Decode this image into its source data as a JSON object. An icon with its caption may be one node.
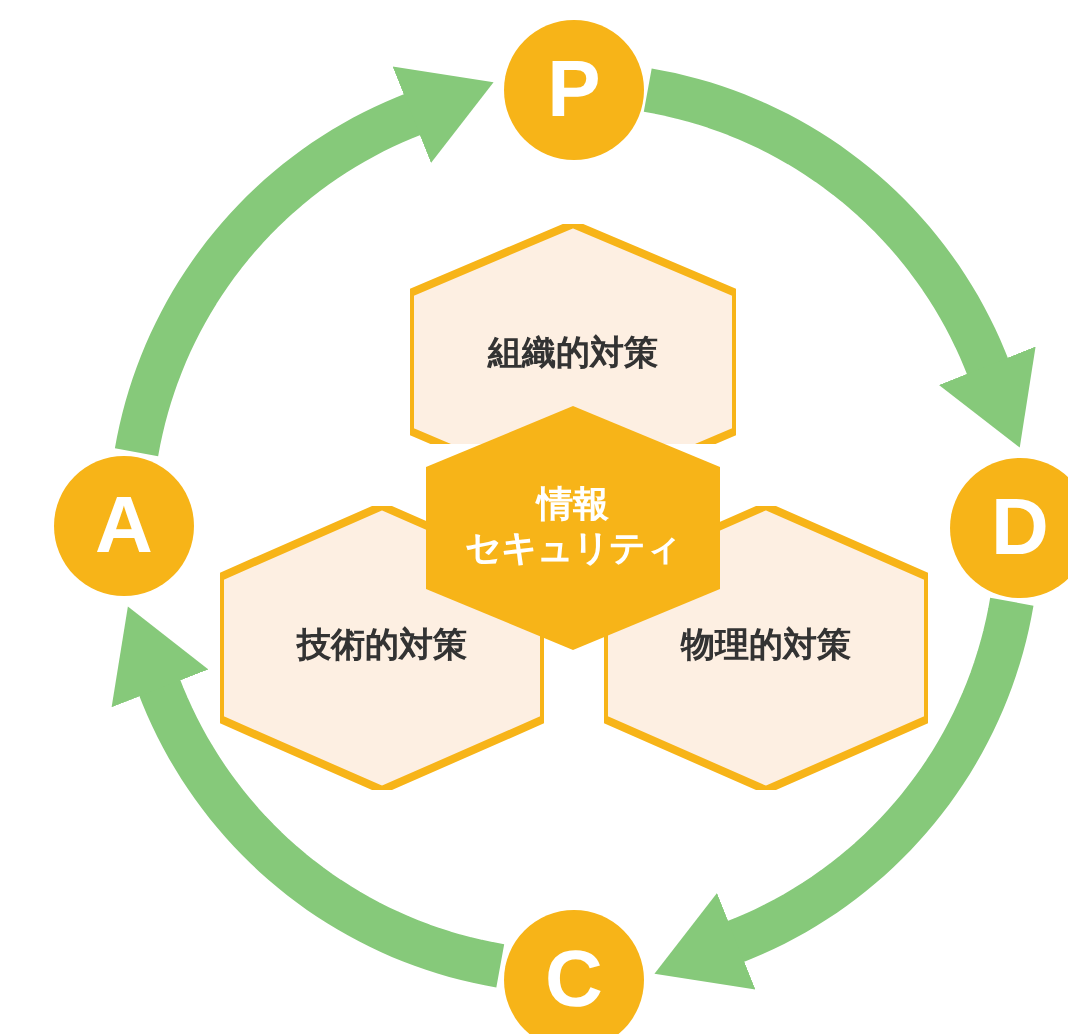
{
  "diagram": {
    "nodes": [
      {
        "text": [
          "P"
        ]
      },
      {
        "text": [
          "A"
        ]
      },
      {
        "text": [
          "D"
        ]
      },
      {
        "text": [
          "組織的対策"
        ]
      },
      {
        "text": [
          "情報",
          "セキュリティ"
        ]
      },
      {
        "text": [
          "技術的対策"
        ]
      },
      {
        "text": [
          "物理的対策"
        ]
      },
      {
        "text": [
          "C"
        ]
      }
    ],
    "edges": [
      {
        "from": 0,
        "to": 2,
        "arrow": "to"
      },
      {
        "from": 2,
        "to": 7,
        "arrow": "to"
      },
      {
        "from": 7,
        "to": 1,
        "arrow": "to"
      },
      {
        "from": 1,
        "to": 0,
        "arrow": "to"
      }
    ]
  }
}
